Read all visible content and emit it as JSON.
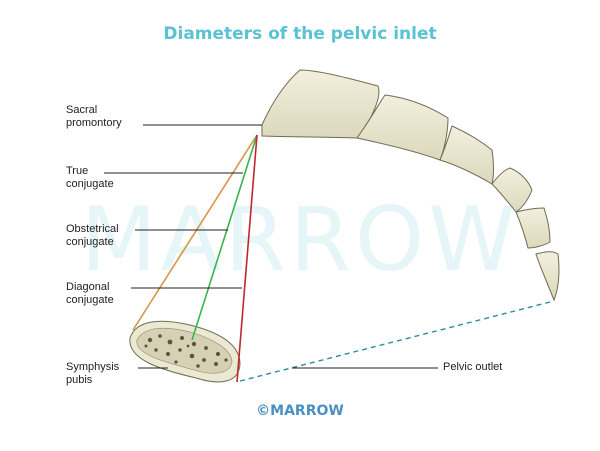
{
  "title": "Diameters of the pelvic inlet",
  "watermark": "MARROW",
  "labels": {
    "sacral_promontory": [
      "Sacral",
      "promontory"
    ],
    "true_conjugate": [
      "True",
      "conjugate"
    ],
    "obstetrical_conjugate": [
      "Obstetrical",
      "conjugate"
    ],
    "diagonal_conjugate": [
      "Diagonal",
      "conjugate"
    ],
    "symphysis_pubis": [
      "Symphysis",
      "pubis"
    ],
    "pelvic_outlet": "Pelvic outlet"
  },
  "footer": "©MARROW",
  "colors": {
    "title": "#5bc2d4",
    "true_conjugate": "#d7954a",
    "obstetrical_conjugate": "#38b54a",
    "diagonal_conjugate": "#c0282e",
    "pelvic_outlet": "#2f8c9a",
    "bone": "#ece9d3"
  }
}
